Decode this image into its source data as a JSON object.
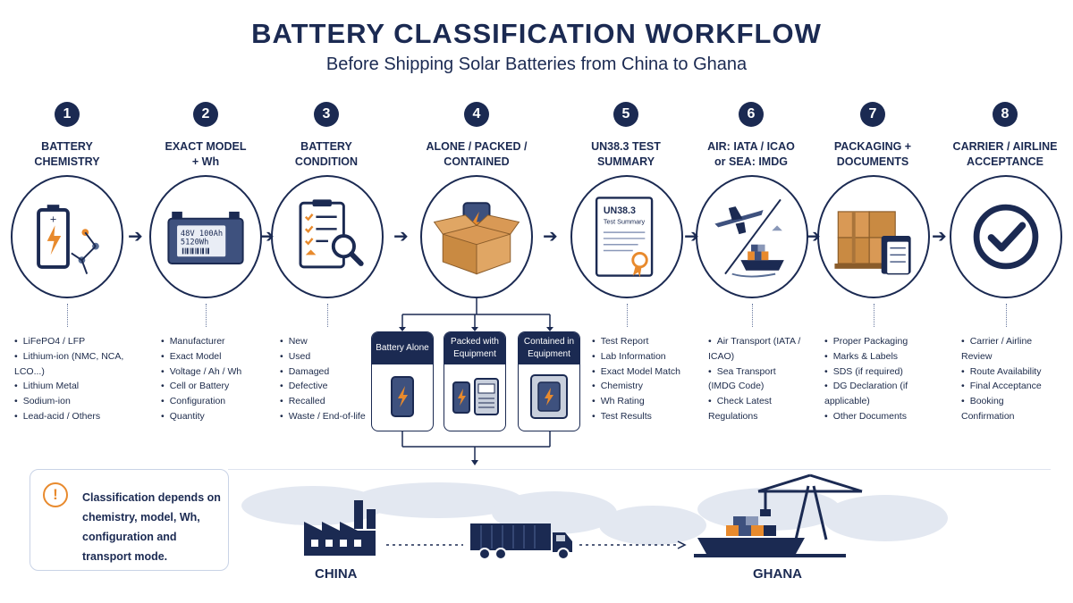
{
  "header": {
    "title": "BATTERY CLASSIFICATION WORKFLOW",
    "subtitle": "Before Shipping Solar Batteries from China to Ghana"
  },
  "steps": [
    {
      "num": "1",
      "label_l1": "BATTERY",
      "label_l2": "CHEMISTRY",
      "icon": "battery-chemistry-icon",
      "bullets": [
        "LiFePO4 / LFP",
        "Lithium-ion (NMC, NCA, LCO...)",
        "Lithium Metal",
        "Sodium-ion",
        "Lead-acid / Others"
      ]
    },
    {
      "num": "2",
      "label_l1": "EXACT MODEL",
      "label_l2": "+ Wh",
      "icon": "battery-model-icon",
      "icon_text_1": "48V 100Ah",
      "icon_text_2": "5120Wh",
      "bullets": [
        "Manufacturer",
        "Exact Model",
        "Voltage / Ah / Wh",
        "Cell or Battery",
        "Configuration",
        "Quantity"
      ]
    },
    {
      "num": "3",
      "label_l1": "BATTERY",
      "label_l2": "CONDITION",
      "icon": "checklist-magnifier-icon",
      "bullets": [
        "New",
        "Used",
        "Damaged",
        "Defective",
        "Recalled",
        "Waste / End-of-life"
      ]
    },
    {
      "num": "4",
      "label_l1": "ALONE / PACKED /",
      "label_l2": "CONTAINED",
      "icon": "open-box-battery-icon",
      "sub_options": [
        "Battery Alone",
        "Packed with Equipment",
        "Contained in Equipment"
      ]
    },
    {
      "num": "5",
      "label_l1": "UN38.3 TEST",
      "label_l2": "SUMMARY",
      "icon": "test-summary-document-icon",
      "icon_text_1": "UN38.3",
      "icon_text_2": "Test Summary",
      "bullets": [
        "Test Report",
        "Lab Information",
        "Exact Model Match",
        "Chemistry",
        "Wh Rating",
        "Test Results"
      ]
    },
    {
      "num": "6",
      "label_l1": "AIR: IATA / ICAO",
      "label_l2": "or SEA: IMDG",
      "icon": "plane-ship-icon",
      "bullets": [
        "Air Transport (IATA / ICAO)",
        "Sea Transport (IMDG Code)",
        "Check Latest Regulations"
      ]
    },
    {
      "num": "7",
      "label_l1": "PACKAGING +",
      "label_l2": "DOCUMENTS",
      "icon": "boxes-documents-icon",
      "bullets": [
        "Proper Packaging",
        "Marks & Labels",
        "SDS (if required)",
        "DG Declaration (if applicable)",
        "Other Documents"
      ]
    },
    {
      "num": "8",
      "label_l1": "CARRIER / AIRLINE",
      "label_l2": "ACCEPTANCE",
      "icon": "check-circle-icon",
      "bullets": [
        "Carrier / Airline Review",
        "Route Availability",
        "Final Acceptance",
        "Booking Confirmation"
      ]
    }
  ],
  "note": {
    "icon": "exclamation-icon",
    "text_l1": "Classification depends on",
    "text_l2": "chemistry, model, Wh,",
    "text_l3": "configuration and",
    "text_l4": "transport mode."
  },
  "route": {
    "origin": "CHINA",
    "destination": "GHANA"
  },
  "colors": {
    "navy": "#1b2a52",
    "orange": "#e88a2d",
    "slate": "#5a6f96"
  }
}
